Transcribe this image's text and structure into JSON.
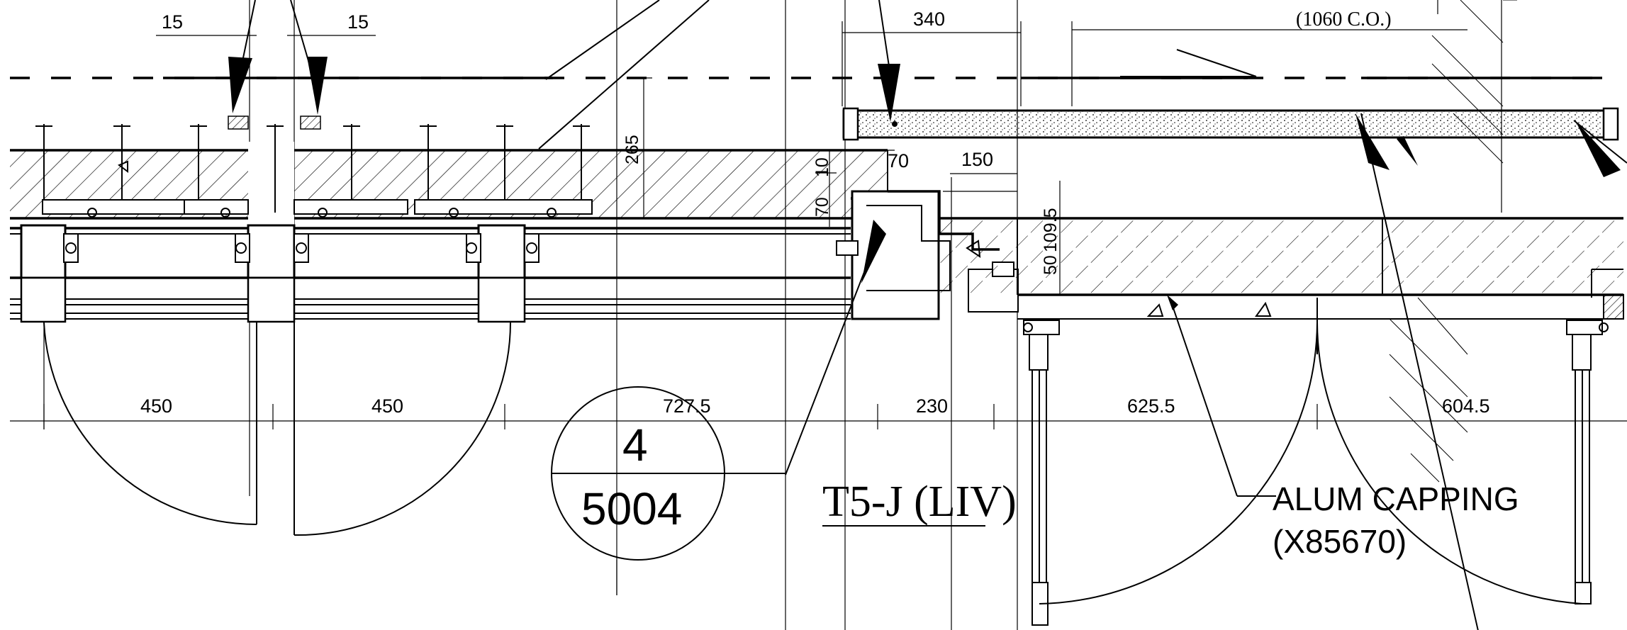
{
  "dimensions": {
    "d15a": "15",
    "d15b": "15",
    "d340": "340",
    "d1060": "(1060 C.O.)",
    "d265": "265",
    "d10": "10",
    "d70a": "70",
    "d70b": "70",
    "d150": "150",
    "d50": "50",
    "d109": "109.5",
    "d450a": "450",
    "d450b": "450",
    "d7275": "727.5",
    "d230": "230",
    "d6255": "625.5",
    "d6045": "604.5"
  },
  "section_marker": {
    "number": "4",
    "sheet": "5004"
  },
  "drawing_title": "T5-J (LIV)",
  "callout": {
    "line1": "ALUM CAPPING",
    "line2": "(X85670)"
  }
}
